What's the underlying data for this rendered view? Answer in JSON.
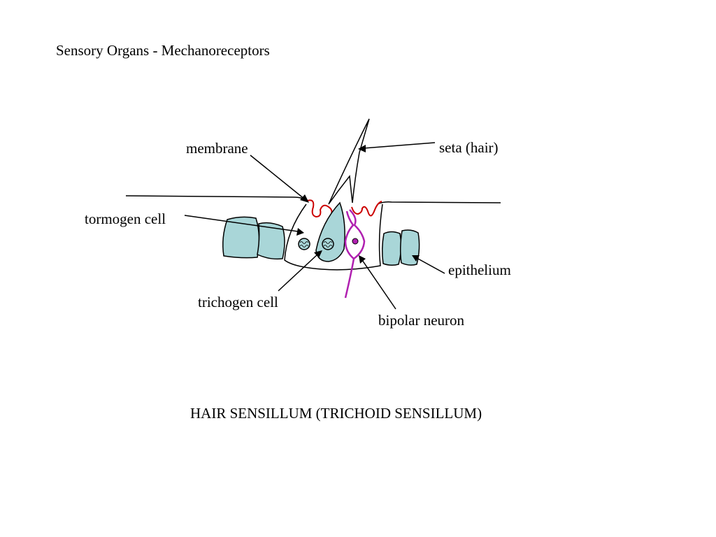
{
  "title": "Sensory Organs - Mechanoreceptors",
  "caption": "HAIR SENSILLUM (TRICHOID SENSILLUM)",
  "labels": {
    "membrane": "membrane",
    "seta": "seta (hair)",
    "tormogen": "tormogen cell",
    "epithelium": "epithelium",
    "trichogen": "trichogen cell",
    "neuron": "bipolar neuron"
  },
  "colors": {
    "cell_fill": "#a9d6d8",
    "membrane": "#cc0000",
    "neuron": "#b020b0",
    "outline": "#000000"
  }
}
